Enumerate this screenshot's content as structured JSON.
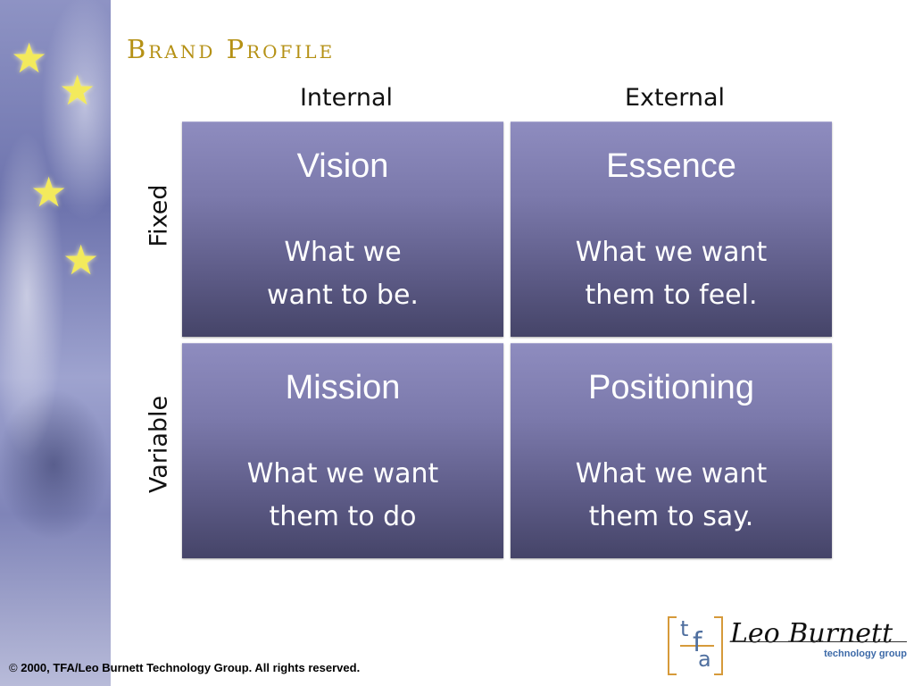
{
  "slide": {
    "title": "Brand Profile",
    "columns": {
      "internal": "Internal",
      "external": "External"
    },
    "rows": {
      "fixed": "Fixed",
      "variable": "Variable"
    },
    "cells": [
      {
        "head": "Vision",
        "body": "What we\nwant to be."
      },
      {
        "head": "Essence",
        "body": "What we want\nthem to feel."
      },
      {
        "head": "Mission",
        "body": "What we want\nthem to do"
      },
      {
        "head": "Positioning",
        "body": "What we want\nthem to say."
      }
    ]
  },
  "footer": {
    "symbol": "©",
    "text": "2000, TFA/Leo Burnett Technology Group. All rights reserved."
  },
  "logo": {
    "mark_t": "t",
    "mark_f": "f",
    "mark_a": "a",
    "script": "Leo Burnett",
    "subtitle": "technology group"
  },
  "colors": {
    "title": "#b59115",
    "cell_top": "#8e8cbf",
    "cell_bottom": "#454468",
    "star": "#f3ea5c",
    "logo_bracket": "#d69a3a",
    "logo_text": "#3d6aa8"
  },
  "icons": [
    "star-icon",
    "tfa-logo",
    "leo-burnett-logo"
  ]
}
